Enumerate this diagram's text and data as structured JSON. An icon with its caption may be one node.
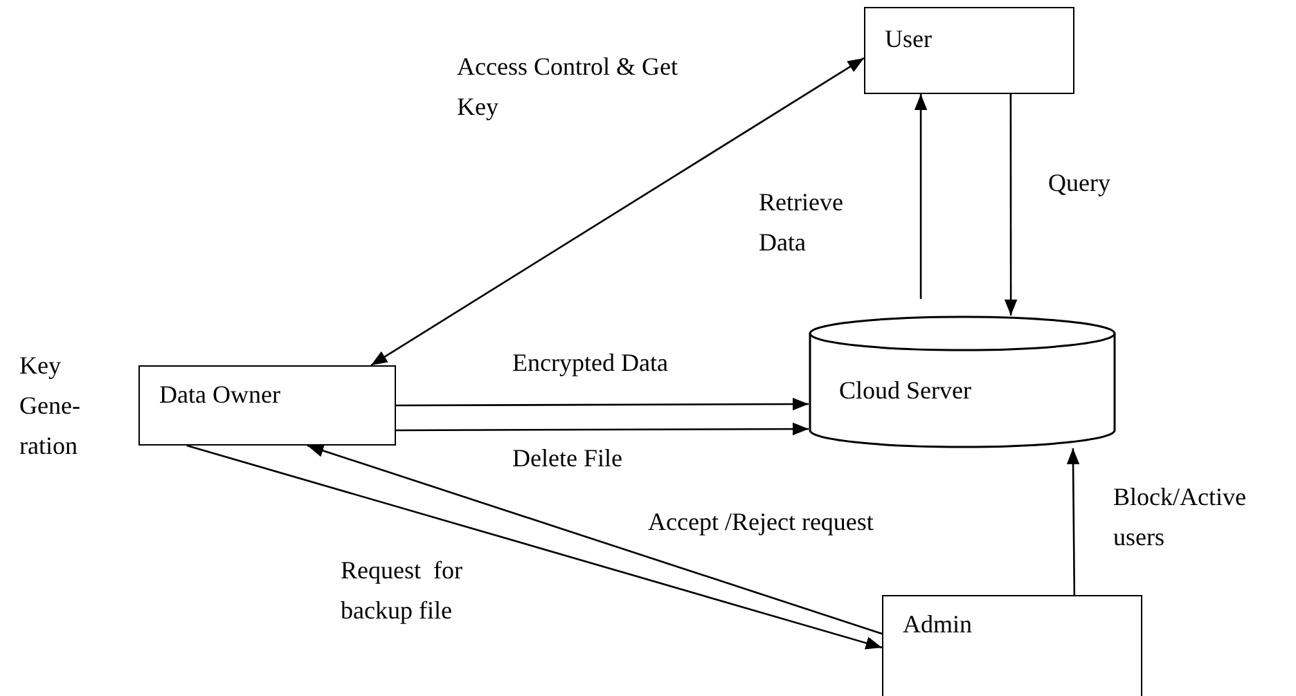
{
  "diagram": {
    "nodes": [
      {
        "text": [
          "User"
        ]
      },
      {
        "text": [
          "Data Owner"
        ],
        "beside": [
          "Key Gene- ration"
        ]
      },
      {
        "text": [
          "Cloud Server"
        ]
      },
      {
        "text": [
          "Admin"
        ]
      }
    ],
    "edges": [
      {
        "from": 1,
        "to": 0,
        "arrow": "both",
        "label": "Access Control & Get Key"
      },
      {
        "from": 1,
        "to": 2,
        "arrow": "to",
        "label": "Encrypted Data"
      },
      {
        "from": 1,
        "to": 2,
        "arrow": "to",
        "label": "Delete File"
      },
      {
        "from": 2,
        "to": 0,
        "arrow": "to",
        "label": "Retrieve Data"
      },
      {
        "from": 0,
        "to": 2,
        "arrow": "to",
        "label": "Query"
      },
      {
        "from": 3,
        "to": 2,
        "arrow": "to",
        "label": "Block/Active users"
      },
      {
        "from": 3,
        "to": 1,
        "arrow": "to",
        "label": "Accept /Reject request"
      },
      {
        "from": 1,
        "to": 3,
        "arrow": "to",
        "label": "Request  for backup file"
      }
    ]
  }
}
